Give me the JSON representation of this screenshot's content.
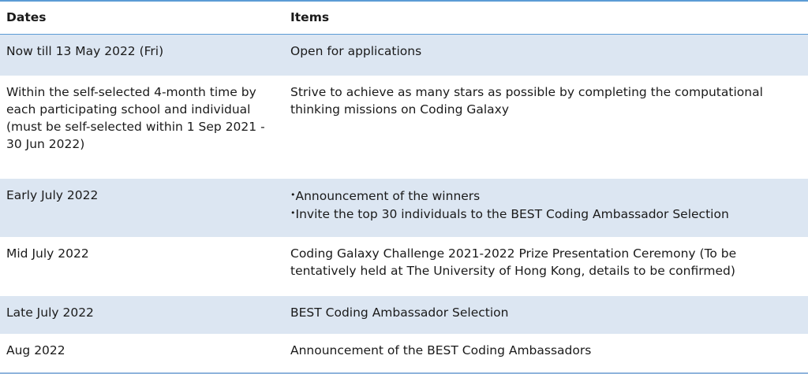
{
  "table": {
    "headers": {
      "dates": "Dates",
      "items": "Items"
    },
    "rows": [
      {
        "date": "Now till 13 May 2022 (Fri)",
        "item": "Open for applications"
      },
      {
        "date": "Within the self-selected 4-month time by each participating school and individual (must be self-selected within 1 Sep 2021 - 30 Jun 2022)",
        "item": "Strive to achieve as many stars as possible by completing the computational thinking missions on Coding Galaxy"
      },
      {
        "date": "Early July 2022",
        "items": [
          "Announcement of the winners",
          "Invite the top 30 individuals to the BEST Coding Ambassador Selection"
        ]
      },
      {
        "date": "Mid July 2022",
        "item": "Coding Galaxy Challenge 2021-2022 Prize Presentation Ceremony (To be tentatively held at The University of Hong Kong, details to be confirmed)"
      },
      {
        "date": "Late July 2022",
        "item": "BEST Coding Ambassador Selection"
      },
      {
        "date": "Aug 2022",
        "item": "Announcement of the BEST Coding Ambassadors"
      }
    ]
  }
}
